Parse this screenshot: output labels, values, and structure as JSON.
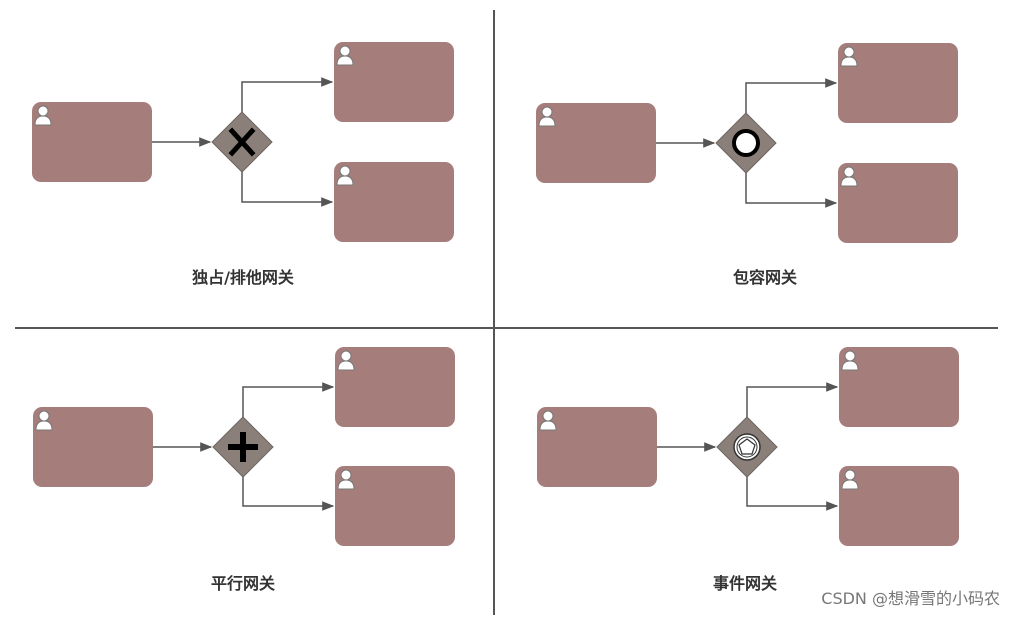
{
  "colors": {
    "task_fill": "#a57d7b",
    "gateway_fill": "#8a7f79",
    "connector": "#555555",
    "divider": "#555555",
    "label": "#333333",
    "watermark": "#777777"
  },
  "quadrants": [
    {
      "label": "独占/排他网关",
      "gateway_icon": "x-marker-icon"
    },
    {
      "label": "包容网关",
      "gateway_icon": "circle-marker-icon"
    },
    {
      "label": "平行网关",
      "gateway_icon": "plus-marker-icon"
    },
    {
      "label": "事件网关",
      "gateway_icon": "pentagon-event-icon"
    }
  ],
  "task_icon": "user-task-icon",
  "watermark": "CSDN @想滑雪的小码农"
}
